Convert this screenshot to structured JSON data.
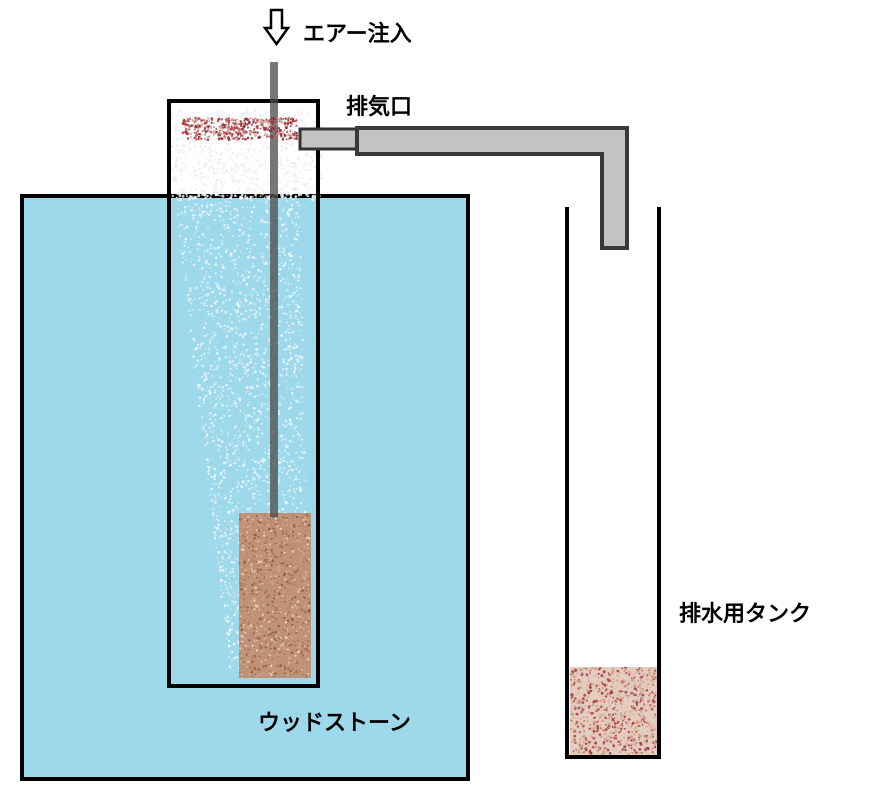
{
  "labels": {
    "air_injection": "エアー注入",
    "exhaust_port": "排気口",
    "wood_stone": "ウッドストーン",
    "drain_tank": "排水用タンク"
  },
  "colors": {
    "water": "#9dd9ea",
    "outline": "#000000",
    "pipe": "#c3c3c3",
    "pipe_outline": "#3a3a3a",
    "bubbles": "#ffffff",
    "wood_stone": "#c38a6a",
    "residue_red": "#a0343a",
    "residue_orange": "#d7a27c"
  },
  "icons": {
    "air_arrow": "down-arrow-outline-icon"
  }
}
